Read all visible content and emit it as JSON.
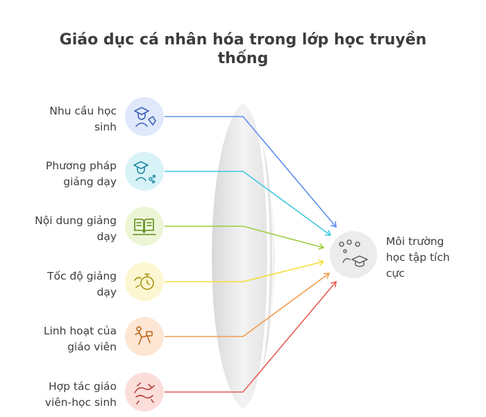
{
  "title": "Giáo dục cá nhân hóa trong lớp học truyền thống",
  "inputs": [
    {
      "label_line1": "Nhu cầu học",
      "label_line2": "sinh",
      "icon": "student-icon",
      "color": "#5b8def",
      "bg": "#dfe9fb"
    },
    {
      "label_line1": "Phương pháp",
      "label_line2": "giảng dạy",
      "icon": "teacher-icon",
      "color": "#3ec6e0",
      "bg": "#d8f3f8"
    },
    {
      "label_line1": "Nội dung giảng",
      "label_line2": "dạy",
      "icon": "book-icon",
      "color": "#9ccc3c",
      "bg": "#ecf6d6"
    },
    {
      "label_line1": "Tốc độ giảng",
      "label_line2": "dạy",
      "icon": "stopwatch-icon",
      "color": "#f2df37",
      "bg": "#fcf7d2"
    },
    {
      "label_line1": "Linh hoạt của",
      "label_line2": "giáo viên",
      "icon": "flexible-person-icon",
      "color": "#f19a4a",
      "bg": "#fde6d3"
    },
    {
      "label_line1": "Hợp tác giáo",
      "label_line2": "viên-học sinh",
      "icon": "collaboration-icon",
      "color": "#e85a4f",
      "bg": "#fbdeda"
    }
  ],
  "output": {
    "label_line1": "Môi trường",
    "label_line2": "học tập tích",
    "label_line3": "cực",
    "icon": "graduation-cap-icon"
  }
}
